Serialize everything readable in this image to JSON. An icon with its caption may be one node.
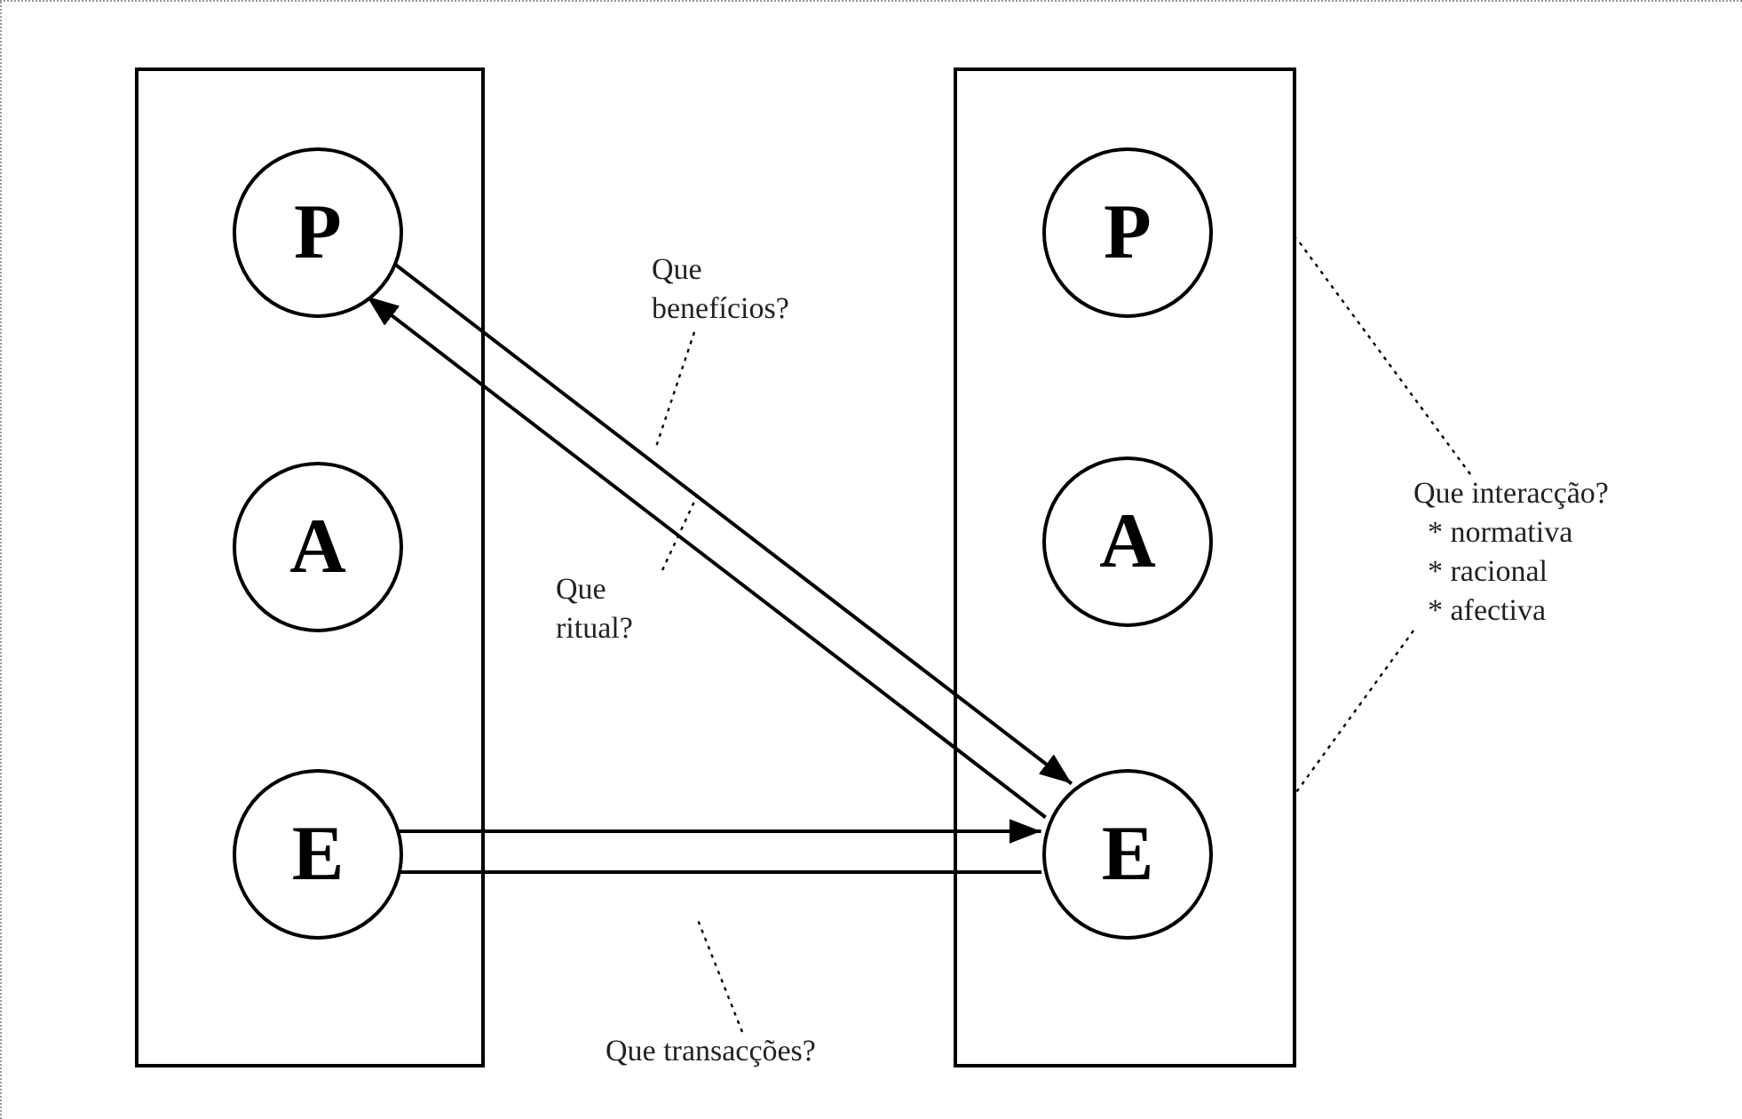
{
  "diagram": {
    "nodes": [
      {
        "text": [],
        "shape": "box"
      },
      {
        "text": [
          "P"
        ],
        "in": 0
      },
      {
        "text": [
          "A"
        ],
        "in": 0
      },
      {
        "text": [
          "E"
        ],
        "in": 0
      },
      {
        "text": [],
        "shape": "box"
      },
      {
        "text": [
          "P"
        ],
        "in": 4
      },
      {
        "text": [
          "A"
        ],
        "in": 4
      },
      {
        "text": [
          "E"
        ],
        "in": 4
      },
      {
        "text": [
          "Que benefícios?"
        ]
      },
      {
        "text": [
          "Que ritual?"
        ]
      },
      {
        "text": [
          "Que transacções?"
        ]
      },
      {
        "text": [
          "Que interacção?",
          "* normativa",
          "* racional",
          "* afectiva"
        ]
      }
    ],
    "edges": [
      {
        "from": 1,
        "to": 7,
        "arrow": "to"
      },
      {
        "from": 7,
        "to": 1,
        "arrow": "to"
      },
      {
        "from": 3,
        "to": 7,
        "arrow": "to"
      },
      {
        "from": 3,
        "to": 7,
        "arrow": "none"
      },
      {
        "from": 8,
        "to": null,
        "arrow": "none",
        "style": "dashed"
      },
      {
        "from": 9,
        "to": null,
        "arrow": "none",
        "style": "dashed"
      },
      {
        "from": 10,
        "to": null,
        "arrow": "none",
        "style": "dashed"
      },
      {
        "from": 11,
        "to": 4,
        "arrow": "none",
        "style": "dashed"
      },
      {
        "from": 11,
        "to": 4,
        "arrow": "none",
        "style": "dashed"
      }
    ]
  }
}
